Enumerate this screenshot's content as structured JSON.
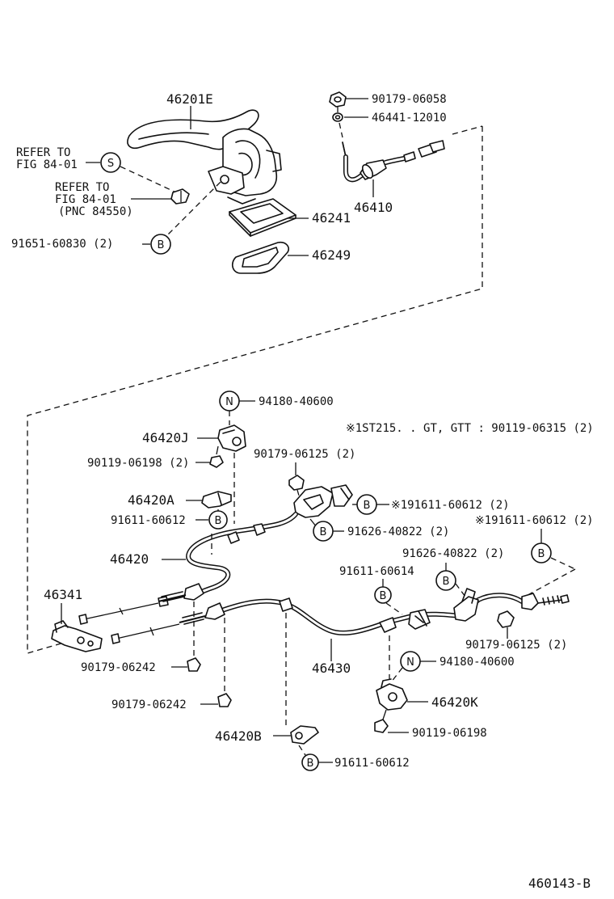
{
  "diagram_code": "460143-B",
  "labels": {
    "l_46201E": "46201E",
    "l_90179_06058": "90179-06058",
    "l_46441_12010": "46441-12010",
    "l_refer1_a": "REFER TO",
    "l_refer1_b": "FIG 84-01",
    "l_refer2_a": "REFER TO",
    "l_refer2_b": "FIG 84-01",
    "l_refer2_c": "(PNC 84550)",
    "l_46410": "46410",
    "l_46241": "46241",
    "l_91651": "91651-60830 (2)",
    "l_46249": "46249",
    "l_94180_top": "94180-40600",
    "l_note_1st": "※1ST215. . GT, GTT : 90119-06315 (2)",
    "l_46420J": "46420J",
    "l_90119_06198_2": "90119-06198 (2)",
    "l_90179_06125_2a": "90179-06125 (2)",
    "l_46420A": "46420A",
    "l_91611_60612_a": "91611-60612",
    "l_91611_60612_2a": "※191611-60612 (2)",
    "l_91626_40822_2a": "91626-40822 (2)",
    "l_91611_60612_2b": "※191611-60612 (2)",
    "l_46420": "46420",
    "l_91626_40822_2b": "91626-40822 (2)",
    "l_91611_60614": "91611-60614",
    "l_46341": "46341",
    "l_90179_06125_2b": "90179-06125 (2)",
    "l_90179_06242_a": "90179-06242",
    "l_46430": "46430",
    "l_94180_bottom": "94180-40600",
    "l_90179_06242_b": "90179-06242",
    "l_46420K": "46420K",
    "l_90119_06198": "90119-06198",
    "l_46420B": "46420B",
    "l_91611_60612_b": "91611-60612"
  },
  "markers": {
    "S": "S",
    "B": "B",
    "N": "N"
  }
}
